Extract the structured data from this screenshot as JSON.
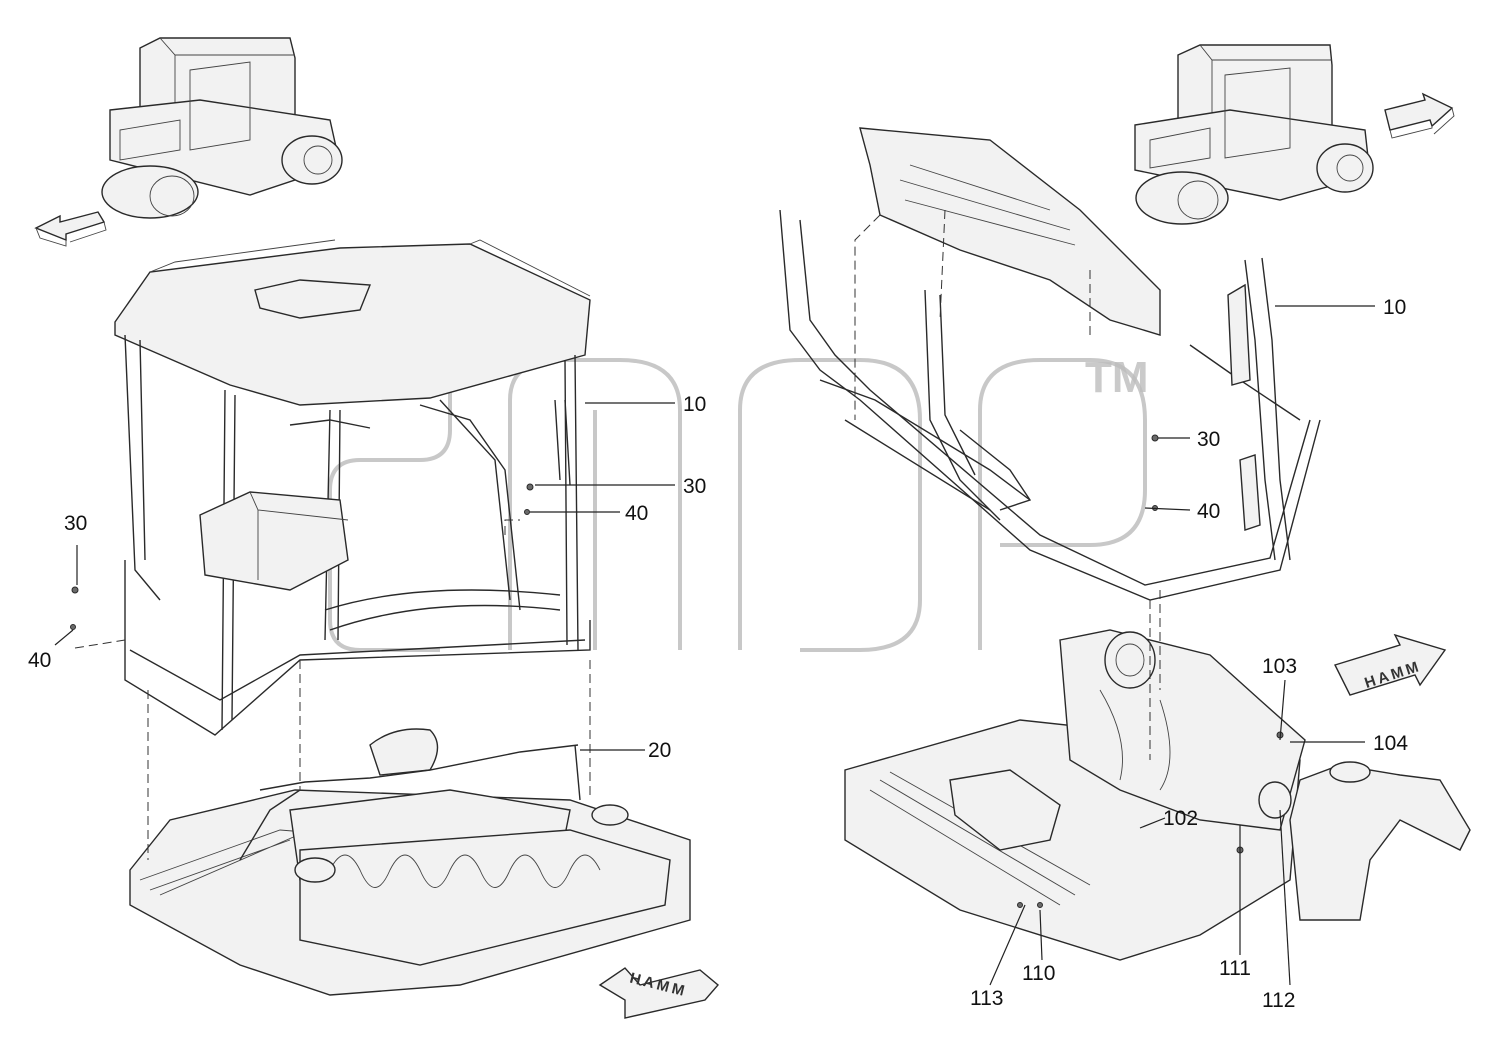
{
  "watermark": {
    "text": "TM"
  },
  "arrow_label": "HAMM",
  "callouts": {
    "left_cab_10": "10",
    "left_cab_30": "30",
    "left_cab_40": "40",
    "left_side_30": "30",
    "left_side_40": "40",
    "left_floor_20": "20",
    "right_frame_10": "10",
    "right_frame_30": "30",
    "right_frame_40": "40",
    "right_floor_103": "103",
    "right_floor_104": "104",
    "right_floor_102": "102",
    "right_floor_111": "111",
    "right_floor_112": "112",
    "right_floor_113": "113",
    "right_floor_110": "110"
  }
}
